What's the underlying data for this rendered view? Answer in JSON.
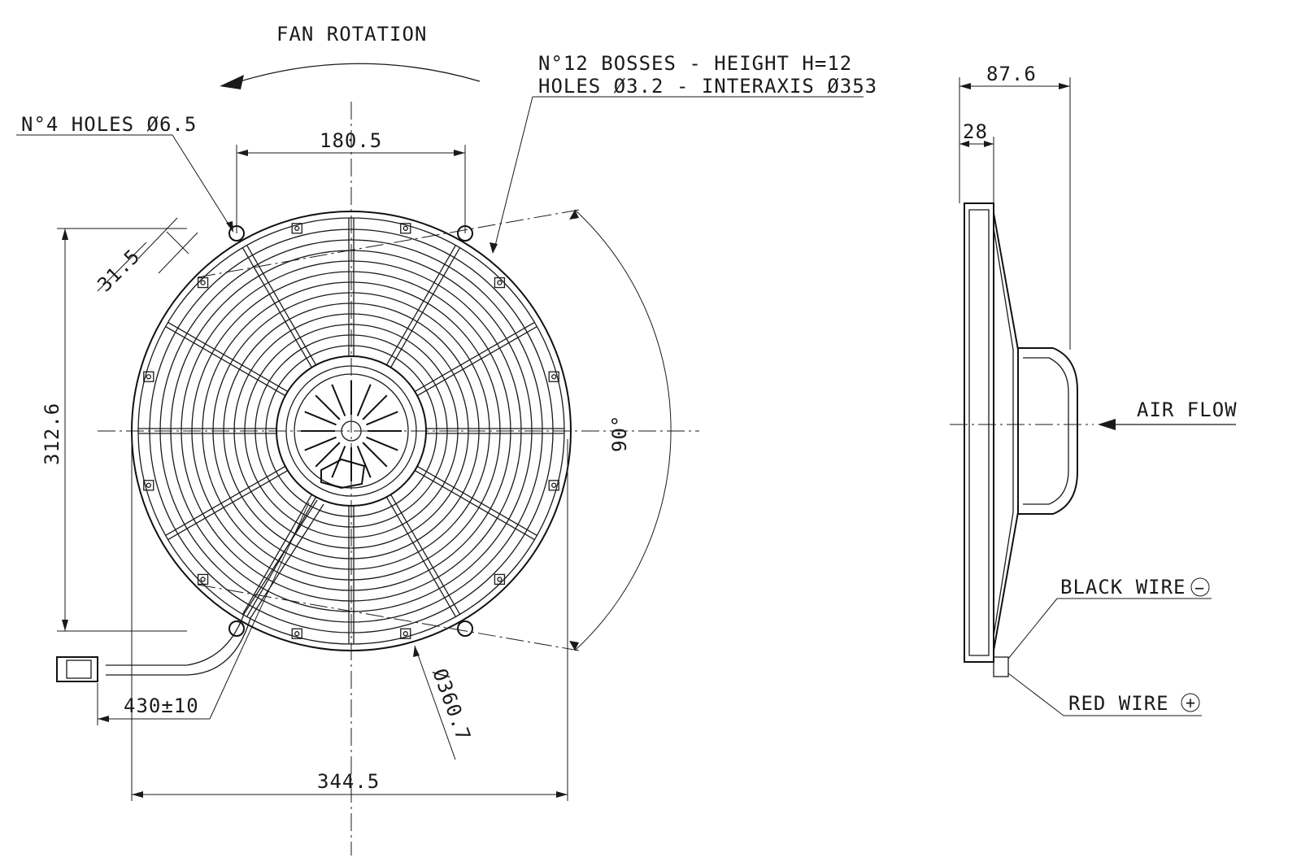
{
  "labels": {
    "fan_rotation": "FAN ROTATION",
    "bosses_line1": "N°12 BOSSES - HEIGHT H=12",
    "bosses_line2": "HOLES Ø3.2 - INTERAXIS Ø353",
    "holes": "N°4 HOLES Ø6.5",
    "air_flow": "AIR FLOW",
    "black_wire": "BLACK WIRE",
    "red_wire": "RED WIRE",
    "minus_sign": "−",
    "plus_sign": "+"
  },
  "dimensions": {
    "top_hole_spacing": "180.5",
    "hole_offset": "31.5",
    "height": "312.6",
    "angle": "90°",
    "cable_length": "430±10",
    "outer_diameter": "Ø360.7",
    "overall_width": "344.5",
    "depth_total": "87.6",
    "depth_frame": "28"
  },
  "colors": {
    "line": "#1a1a1a",
    "background": "#ffffff"
  }
}
